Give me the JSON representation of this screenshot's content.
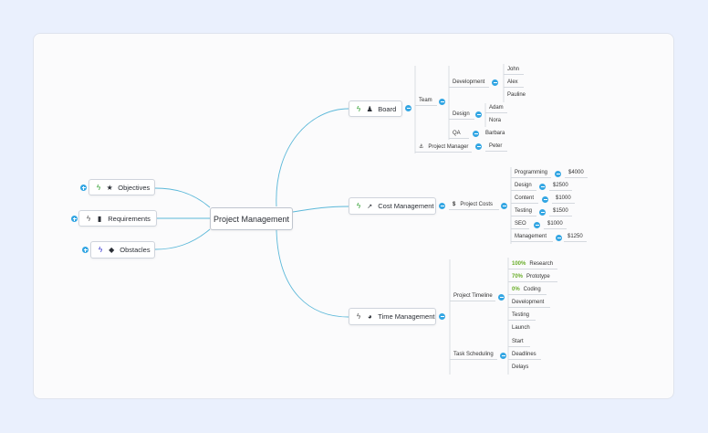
{
  "central": {
    "label": "Project Management"
  },
  "left_nodes": [
    {
      "label": "Objectives",
      "icon": "star-icon",
      "glyph": "★",
      "bolt_color": "#2e9e2e"
    },
    {
      "label": "Requirements",
      "icon": "book-icon",
      "glyph": "▮",
      "bolt_color": "#555555"
    },
    {
      "label": "Obstacles",
      "icon": "cube-icon",
      "glyph": "◆",
      "bolt_color": "#2f2fcf"
    }
  ],
  "board": {
    "label": "Board",
    "icon": "group-icon",
    "glyph": "♟",
    "team": "Team",
    "development": "Development",
    "dev_members": [
      "John",
      "Alex",
      "Pauline"
    ],
    "design": "Design",
    "design_members": [
      "Adam",
      "Nora"
    ],
    "qa": "QA",
    "qa_members": [
      "Barbara"
    ],
    "project_manager": "Project Manager",
    "pm_members": [
      "Peter"
    ]
  },
  "cost": {
    "label": "Cost Management",
    "icon": "chart-icon",
    "glyph": "📈",
    "costs_label": "Project Costs",
    "items": [
      {
        "name": "Programming",
        "value": "$4000"
      },
      {
        "name": "Design",
        "value": "$2500"
      },
      {
        "name": "Content",
        "value": "$1000"
      },
      {
        "name": "Testing",
        "value": "$1500"
      },
      {
        "name": "SEO",
        "value": "$1000"
      },
      {
        "name": "Management",
        "value": "$1250"
      }
    ]
  },
  "time": {
    "label": "Time Management",
    "icon": "pie-icon",
    "glyph": "◕",
    "timeline_label": "Project Timeline",
    "timeline": [
      {
        "pct": "100%",
        "name": "Research"
      },
      {
        "pct": "70%",
        "name": "Prototype"
      },
      {
        "pct": "0%",
        "name": "Coding"
      },
      {
        "pct": "",
        "name": "Development"
      },
      {
        "pct": "",
        "name": "Testing"
      },
      {
        "pct": "",
        "name": "Launch"
      }
    ],
    "scheduling_label": "Task Scheduling",
    "scheduling": [
      "Start",
      "Deadlines",
      "Delays"
    ]
  },
  "colors": {
    "link": "#5bb8d9",
    "toggle": "#33a6e3",
    "percent": "#6aae2a",
    "background": "#eaf0fd"
  }
}
